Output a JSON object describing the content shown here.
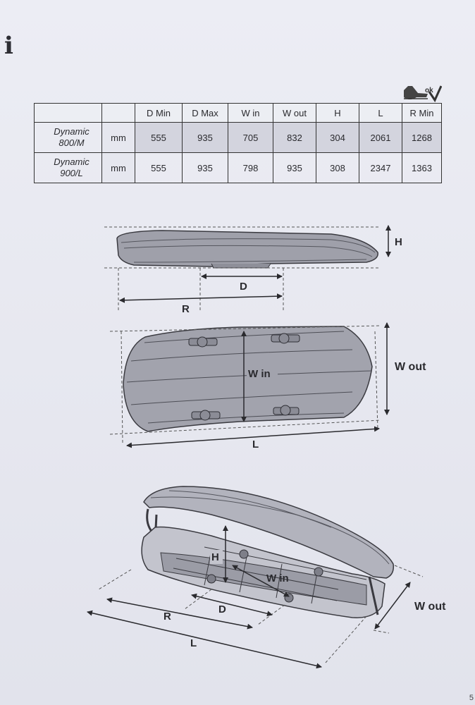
{
  "info_icon": "i",
  "rmin_icon": {
    "text": "ok",
    "name": "car-ok-icon"
  },
  "table": {
    "headers": [
      "",
      "",
      "D Min",
      "D Max",
      "W in",
      "W out",
      "H",
      "L",
      "R Min"
    ],
    "rows": [
      {
        "model_line1": "Dynamic",
        "model_line2": "800/M",
        "unit": "mm",
        "values": [
          "555",
          "935",
          "705",
          "832",
          "304",
          "2061",
          "1268"
        ]
      },
      {
        "model_line1": "Dynamic",
        "model_line2": "900/L",
        "unit": "mm",
        "values": [
          "555",
          "935",
          "798",
          "935",
          "308",
          "2347",
          "1363"
        ]
      }
    ]
  },
  "side_view": {
    "h": "H",
    "d": "D",
    "r": "R"
  },
  "top_view": {
    "win": "W in",
    "wout": "W out",
    "l": "L"
  },
  "iso_view": {
    "h": "H",
    "win": "W in",
    "wout": "W out",
    "d": "D",
    "r": "R",
    "l": "L"
  },
  "page_number": "5"
}
